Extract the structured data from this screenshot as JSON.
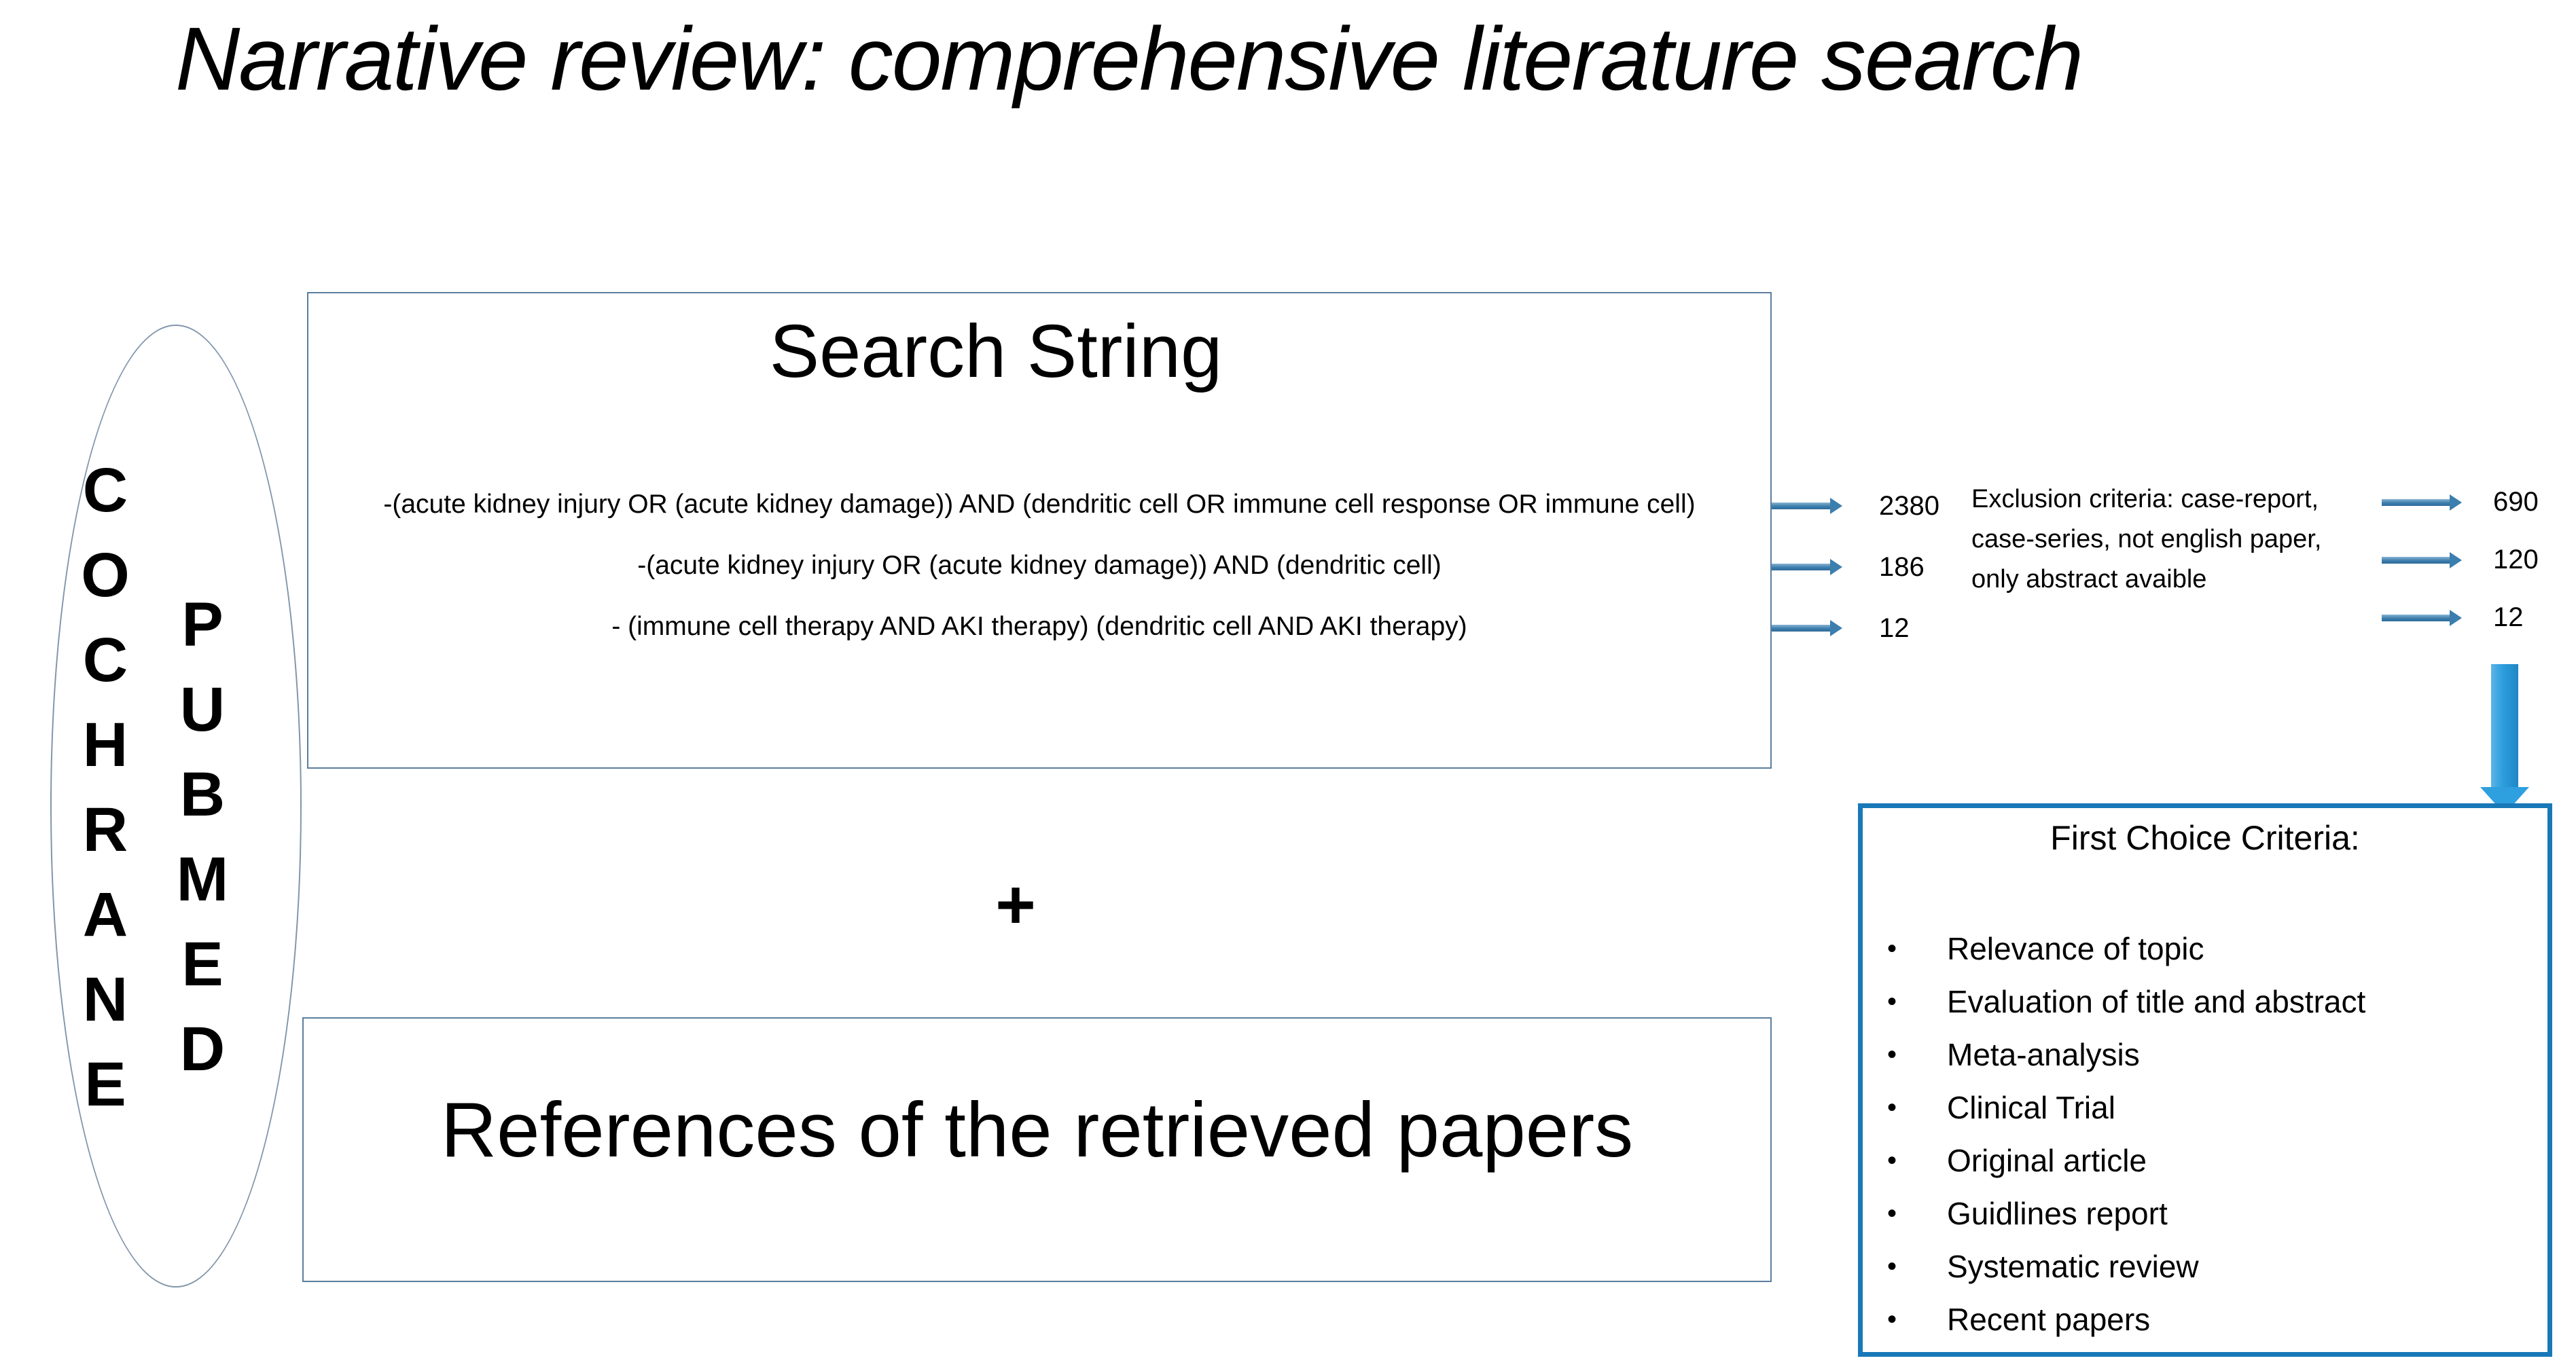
{
  "slide": {
    "title": "Narrative review: comprehensive literature search",
    "databases": [
      "COCHRANE",
      "PUBMED"
    ],
    "plus_sign": "+",
    "search_box": {
      "heading": "Search String",
      "queries": [
        "-(acute kidney injury OR (acute kidney damage)) AND (dendritic cell OR immune cell response OR immune cell)",
        "-(acute kidney injury OR (acute kidney damage)) AND (dendritic cell)",
        "- (immune cell therapy AND AKI therapy) (dendritic cell AND AKI therapy)"
      ]
    },
    "references_box": {
      "label": "References of the retrieved papers"
    },
    "flow": {
      "initial_counts": [
        "2380",
        "186",
        "12"
      ],
      "exclusion_note_lines": [
        "Exclusion criteria: case-report,",
        "case-series, not english paper,",
        "only abstract avaible"
      ],
      "filtered_counts": [
        "690",
        "120",
        "12"
      ]
    },
    "first_choice_box": {
      "heading": "First Choice Criteria:",
      "items": [
        "Relevance of topic",
        "Evaluation of title and abstract",
        "Meta-analysis",
        "Clinical Trial",
        "Original article",
        "Guidlines report",
        "Systematic review",
        "Recent papers"
      ]
    },
    "colors": {
      "big_arrow_blue": "#2e9fdf",
      "small_arrow_blue": "#3c7eae",
      "strong_box_border": "#1878b8",
      "light_box_border": "#5b7e9e",
      "ellipse_border": "#8096ab",
      "text": "#000000"
    }
  }
}
